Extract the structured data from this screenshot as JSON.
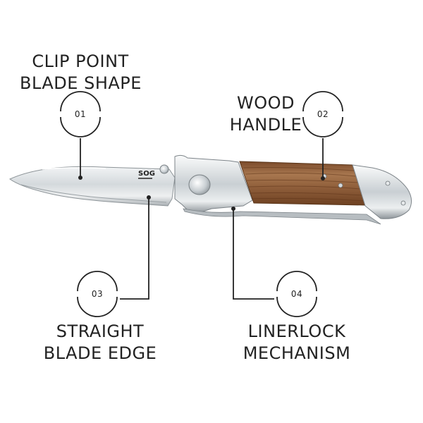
{
  "brand": "SOG",
  "callouts": [
    {
      "number": "01",
      "lines": [
        "CLIP POINT",
        "BLADE SHAPE"
      ]
    },
    {
      "number": "02",
      "lines": [
        "WOOD",
        "HANDLE"
      ]
    },
    {
      "number": "03",
      "lines": [
        "STRAIGHT",
        "BLADE EDGE"
      ]
    },
    {
      "number": "04",
      "lines": [
        "LINERLOCK",
        "MECHANISM"
      ]
    }
  ],
  "colors": {
    "text": "#222222",
    "line": "#222222",
    "wood": "#9b6a45",
    "steel": "#d9dde0"
  }
}
